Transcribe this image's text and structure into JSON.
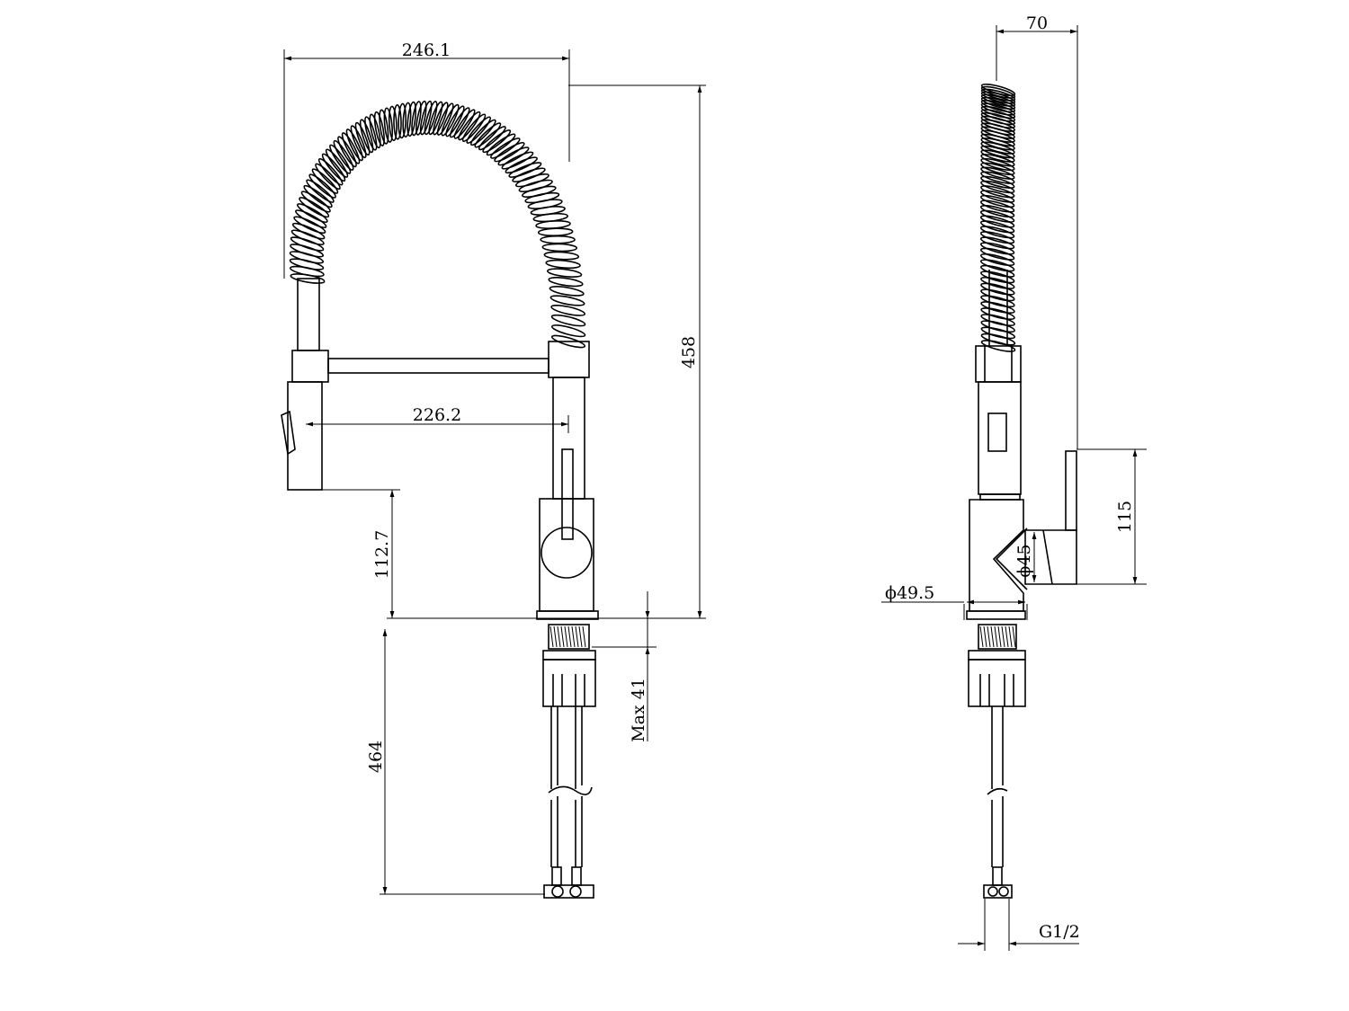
{
  "front_view": {
    "dim_spout_reach_outer": "246.1",
    "dim_spout_reach_inner": "226.2",
    "dim_total_height": "458",
    "dim_spout_clearance": "112.7",
    "dim_hose_length": "464",
    "dim_max_deck_thickness": "Max 41"
  },
  "side_view": {
    "dim_depth": "70",
    "dim_handle_height": "115",
    "dim_handle_diameter": "ϕ45",
    "dim_body_diameter": "ϕ49.5",
    "dim_thread": "G1/2"
  }
}
